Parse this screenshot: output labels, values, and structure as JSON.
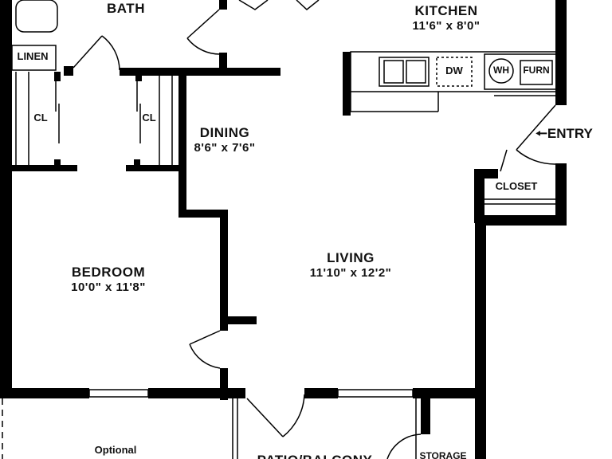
{
  "rooms": {
    "bath": {
      "name": "BATH"
    },
    "kitchen": {
      "name": "KITCHEN",
      "dims": "11'6\" x 8'0\""
    },
    "dining": {
      "name": "DINING",
      "dims": "8'6\" x 7'6\""
    },
    "bedroom": {
      "name": "BEDROOM",
      "dims": "10'0\" x 11'8\""
    },
    "living": {
      "name": "LIVING",
      "dims": "11'10\" x 12'2\""
    },
    "patio": {
      "name": "PATIO/BALCONY"
    },
    "optional": {
      "name": "Optional"
    }
  },
  "fixtures": {
    "linen": "LINEN",
    "closet_left": "CL",
    "closet_right": "CL",
    "dishwasher": "DW",
    "water_heater": "WH",
    "furnace": "FURN",
    "closet": "CLOSET",
    "storage": "STORAGE"
  },
  "entry": {
    "label": "ENTRY",
    "arrow": "arrow-left-icon"
  },
  "colors": {
    "wall": "#000000",
    "background": "#ffffff",
    "text": "#111111"
  }
}
